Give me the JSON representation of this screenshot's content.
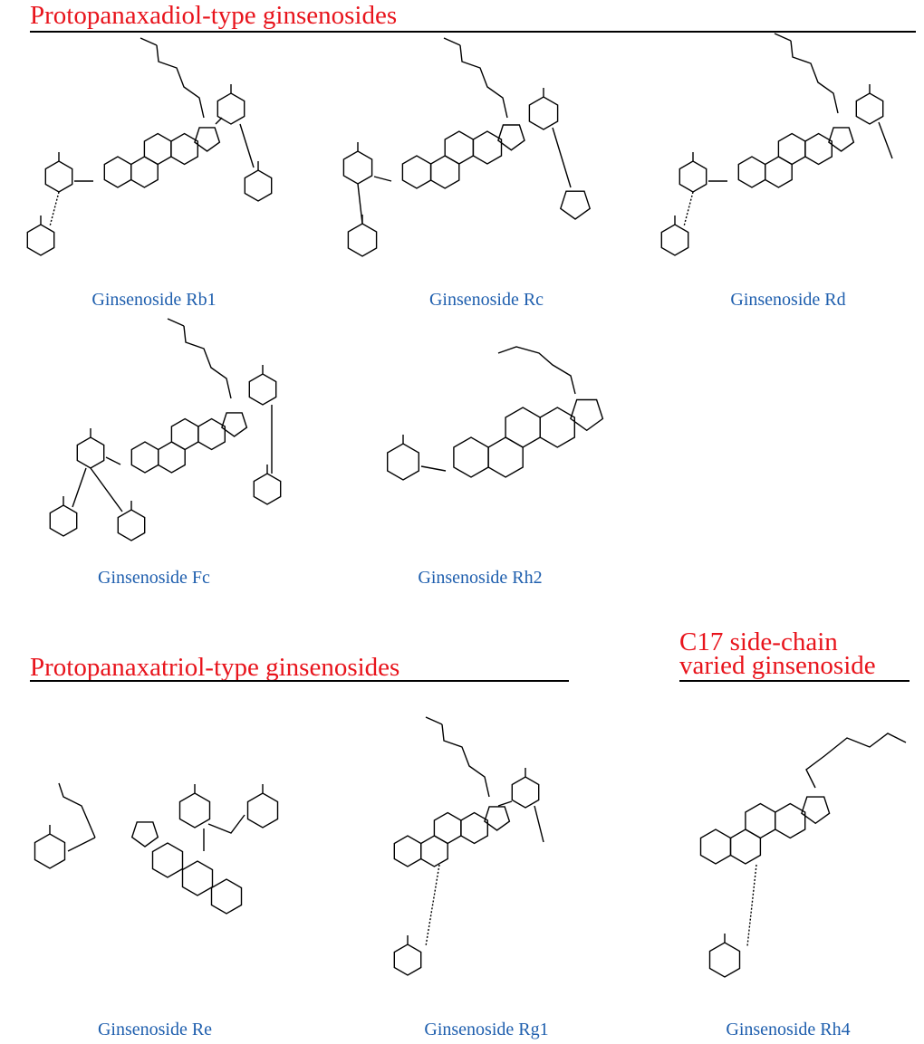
{
  "sections": {
    "ppd": {
      "title": "Protopanaxadiol-type ginsenosides"
    },
    "ppt": {
      "title": "Protopanaxatriol-type ginsenosides"
    },
    "c17": {
      "title_line1": "C17 side-chain",
      "title_line2": "varied ginsenoside"
    }
  },
  "compounds": [
    {
      "name": "Ginsenoside Rb1"
    },
    {
      "name": "Ginsenoside Rc"
    },
    {
      "name": "Ginsenoside Rd"
    },
    {
      "name": "Ginsenoside Fc"
    },
    {
      "name": "Ginsenoside Rh2"
    },
    {
      "name": "Ginsenoside Re"
    },
    {
      "name": "Ginsenoside Rg1"
    },
    {
      "name": "Ginsenoside Rh4"
    }
  ],
  "colors": {
    "heading": "#e8141c",
    "label": "#1f5fae"
  }
}
